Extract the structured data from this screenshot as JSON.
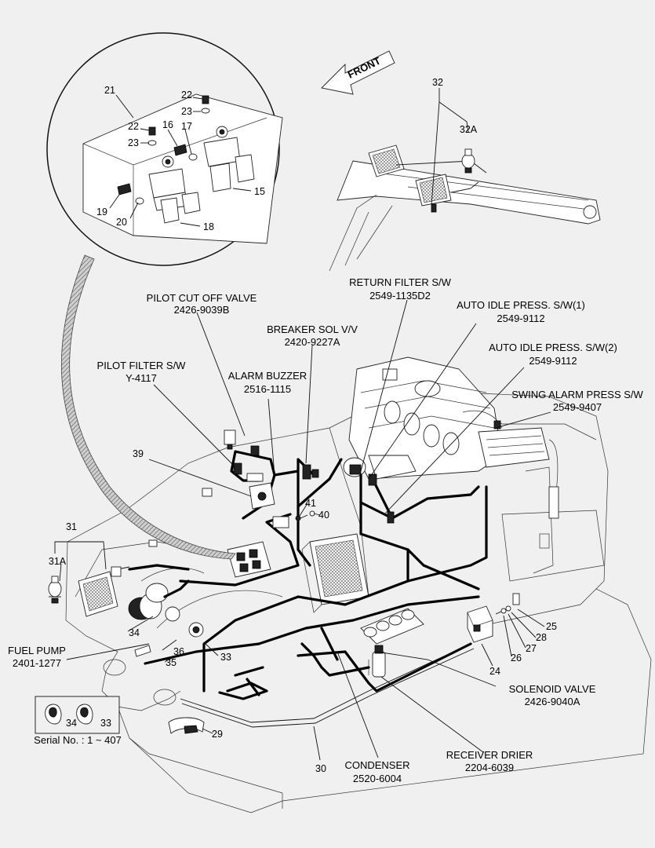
{
  "front_label": "FRONT",
  "parts": {
    "pilot_cut_off_valve": {
      "name": "PILOT CUT OFF  VALVE",
      "code": "2426-9039B"
    },
    "breaker_sol_vv": {
      "name": "BREAKER SOL V/V",
      "code": "2420-9227A"
    },
    "return_filter_sw": {
      "name": "RETURN FILTER S/W",
      "code": "2549-1135D2"
    },
    "auto_idle_press_sw1": {
      "name": "AUTO IDLE PRESS. S/W(1)",
      "code": "2549-9112"
    },
    "auto_idle_press_sw2": {
      "name": "AUTO IDLE PRESS. S/W(2)",
      "code": "2549-9112"
    },
    "swing_alarm_press_sw": {
      "name": "SWING ALARM PRESS S/W",
      "code": "2549-9407"
    },
    "pilot_filter_sw": {
      "name": "PILOT FILTER S/W",
      "code": "Y-4117"
    },
    "alarm_buzzer": {
      "name": "ALARM BUZZER",
      "code": "2516-1115"
    },
    "fuel_pump": {
      "name": "FUEL PUMP",
      "code": "2401-1277"
    },
    "solenoid_valve": {
      "name": "SOLENOID VALVE",
      "code": "2426-9040A"
    },
    "receiver_drier": {
      "name": "RECEIVER DRIER",
      "code": "2204-6039"
    },
    "condenser": {
      "name": "CONDENSER",
      "code": "2520-6004"
    }
  },
  "callouts": {
    "n15": "15",
    "n16": "16",
    "n17": "17",
    "n18": "18",
    "n19": "19",
    "n20": "20",
    "n21": "21",
    "n22a": "22",
    "n22b": "22",
    "n23a": "23",
    "n23b": "23",
    "n24": "24",
    "n25": "25",
    "n26": "26",
    "n27": "27",
    "n28": "28",
    "n29": "29",
    "n30": "30",
    "n31": "31",
    "n31a": "31A",
    "n32": "32",
    "n32a": "32A",
    "n33": "33",
    "n34": "34",
    "n35": "35",
    "n36": "36",
    "n39": "39",
    "n40": "40",
    "n41": "41",
    "inset34": "34",
    "inset33": "33"
  },
  "serial_note": "Serial No. : 1 ~ 407"
}
